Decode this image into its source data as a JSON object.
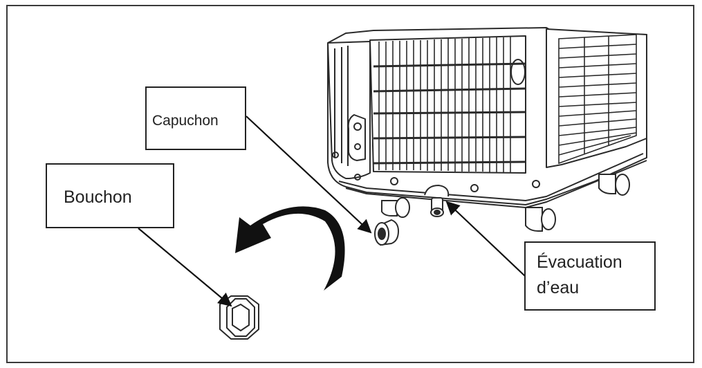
{
  "labels": {
    "capuchon": "Capuchon",
    "bouchon": "Bouchon",
    "evacuation_line1": "Évacuation",
    "evacuation_line2": "d’eau"
  },
  "colors": {
    "line": "#2a2a2a",
    "arrow_fill": "#111111",
    "background": "#ffffff"
  }
}
